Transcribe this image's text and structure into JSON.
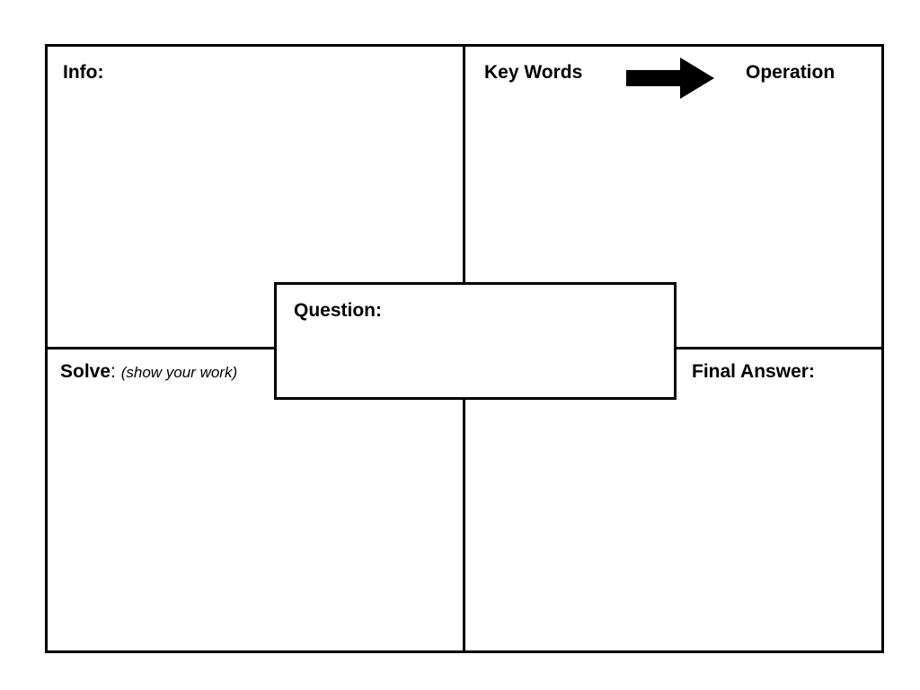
{
  "quadrants": {
    "info": {
      "label": "Info:"
    },
    "key_words": {
      "label": "Key Words",
      "result_label": "Operation"
    },
    "solve": {
      "label": "Solve",
      "separator": ": ",
      "note": "(show your work)"
    },
    "final_answer": {
      "label": "Final Answer:"
    }
  },
  "center": {
    "label": "Question:"
  },
  "icons": {
    "arrow": "right-arrow-icon"
  },
  "colors": {
    "ink": "#000000",
    "paper": "#ffffff"
  }
}
